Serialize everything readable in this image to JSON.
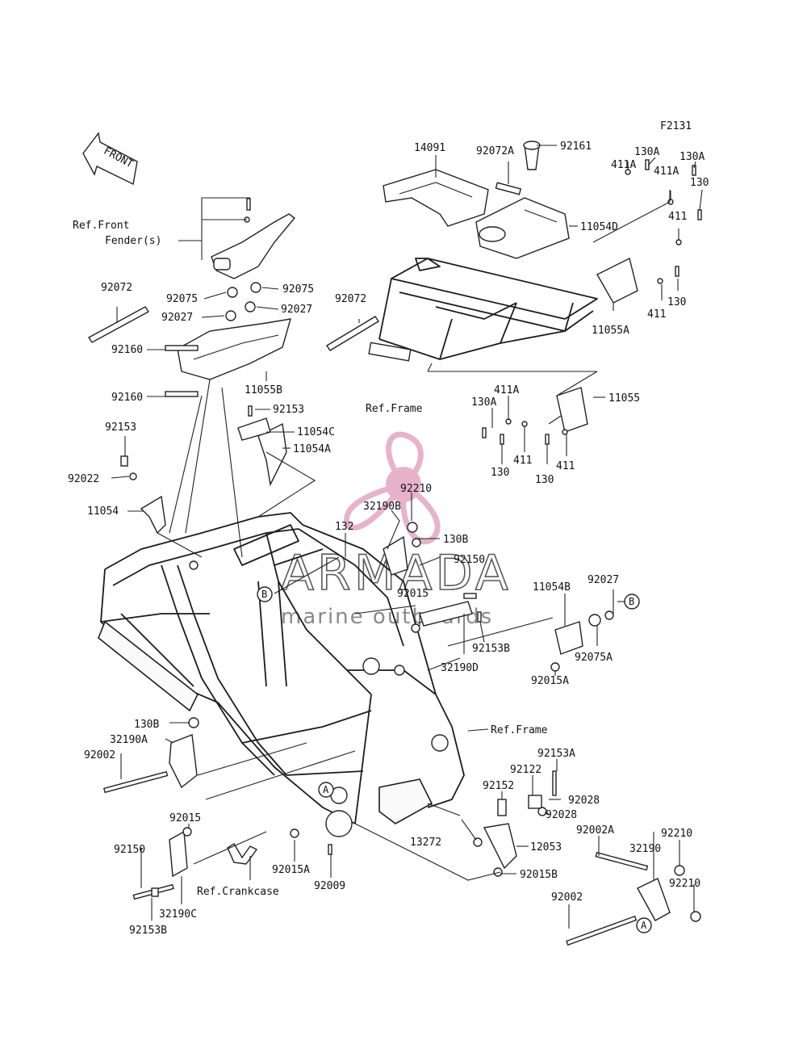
{
  "diagram": {
    "figure_code": "F2131",
    "front_arrow_label": "FRONT",
    "callouts": {
      "c14091": "14091",
      "c92072A": "92072A",
      "c92161": "92161",
      "c11054D": "11054D",
      "c411A_1": "411A",
      "c130A_1": "130A",
      "c411A_2": "411A",
      "c130A_2": "130A",
      "c130_1": "130",
      "c411_1": "411",
      "c130_2": "130",
      "c411_2": "411",
      "c11055A": "11055A",
      "c92072_L": "92072",
      "c92072_R": "92072",
      "c92075_1": "92075",
      "c92075_2": "92075",
      "c92027_1": "92027",
      "c92027_2": "92027",
      "c92160_1": "92160",
      "c92160_2": "92160",
      "c11055B": "11055B",
      "c92153_1": "92153",
      "c11054C": "11054C",
      "c11054A": "11054A",
      "c92153_2": "92153",
      "c92022": "92022",
      "c11054": "11054",
      "c411A_3": "411A",
      "c130A_3": "130A",
      "c11055": "11055",
      "c130_3": "130",
      "c411_3": "411",
      "c130_4": "130",
      "c411_4": "411",
      "c92210_1": "92210",
      "c32190B": "32190B",
      "c132": "132",
      "c130B_1": "130B",
      "c92150_1": "92150",
      "c92015_1": "92015",
      "c92153B_1": "92153B",
      "c32190D": "32190D",
      "c11054B": "11054B",
      "c92027_3": "92027",
      "c92075A": "92075A",
      "c92015A_1": "92015A",
      "c130B_2": "130B",
      "c32190A": "32190A",
      "c92002_1": "92002",
      "c92153A": "92153A",
      "c92122": "92122",
      "c92152": "92152",
      "c92028_1": "92028",
      "c92028_2": "92028",
      "c13272": "13272",
      "c12053": "12053",
      "c92002A": "92002A",
      "c92210_2": "92210",
      "c32190": "32190",
      "c92210_3": "92210",
      "c92015B": "92015B",
      "c92002_2": "92002",
      "c92015_2": "92015",
      "c92150_2": "92150",
      "c32190C": "32190C",
      "c92153B_2": "92153B",
      "c92015A_2": "92015A",
      "c92009": "92009"
    },
    "references": {
      "front_fender_1": "Ref.Front",
      "front_fender_2": "Fender(s)",
      "frame_upper": "Ref.Frame",
      "frame_lower": "Ref.Frame",
      "crankcase": "Ref.Crankcase"
    },
    "markers": {
      "a1": "A",
      "a2": "A",
      "b1": "B",
      "b2": "B"
    }
  },
  "watermark": {
    "brand": "ARMADA",
    "tagline": "marine outboards",
    "accent_color": "#e3a6c2"
  }
}
